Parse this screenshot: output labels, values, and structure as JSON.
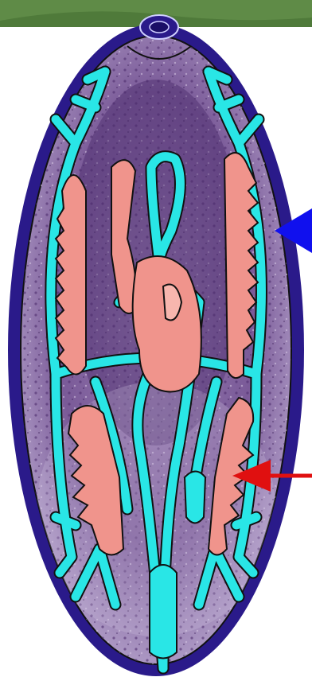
{
  "figure": {
    "subject": "flatworm-internal-anatomy",
    "labels": [],
    "colors": {
      "background_top": "#4f7a3a",
      "background": "#ffffff",
      "outer_body_wall": "#2a1a8a",
      "inner_tissue": "#7d5d9a",
      "inner_tissue_light": "#c4b6d6",
      "channel_system": "#29e6e6",
      "organs": "#f0948c",
      "outline": "#111111",
      "pointer_blue": "#1010ee",
      "pointer_red": "#e01010"
    },
    "pointers": [
      {
        "name": "blue-pointer-arrow",
        "direction": "left",
        "color": "#1010ee"
      },
      {
        "name": "red-pointer-arrow",
        "direction": "left",
        "color": "#e01010"
      }
    ]
  }
}
